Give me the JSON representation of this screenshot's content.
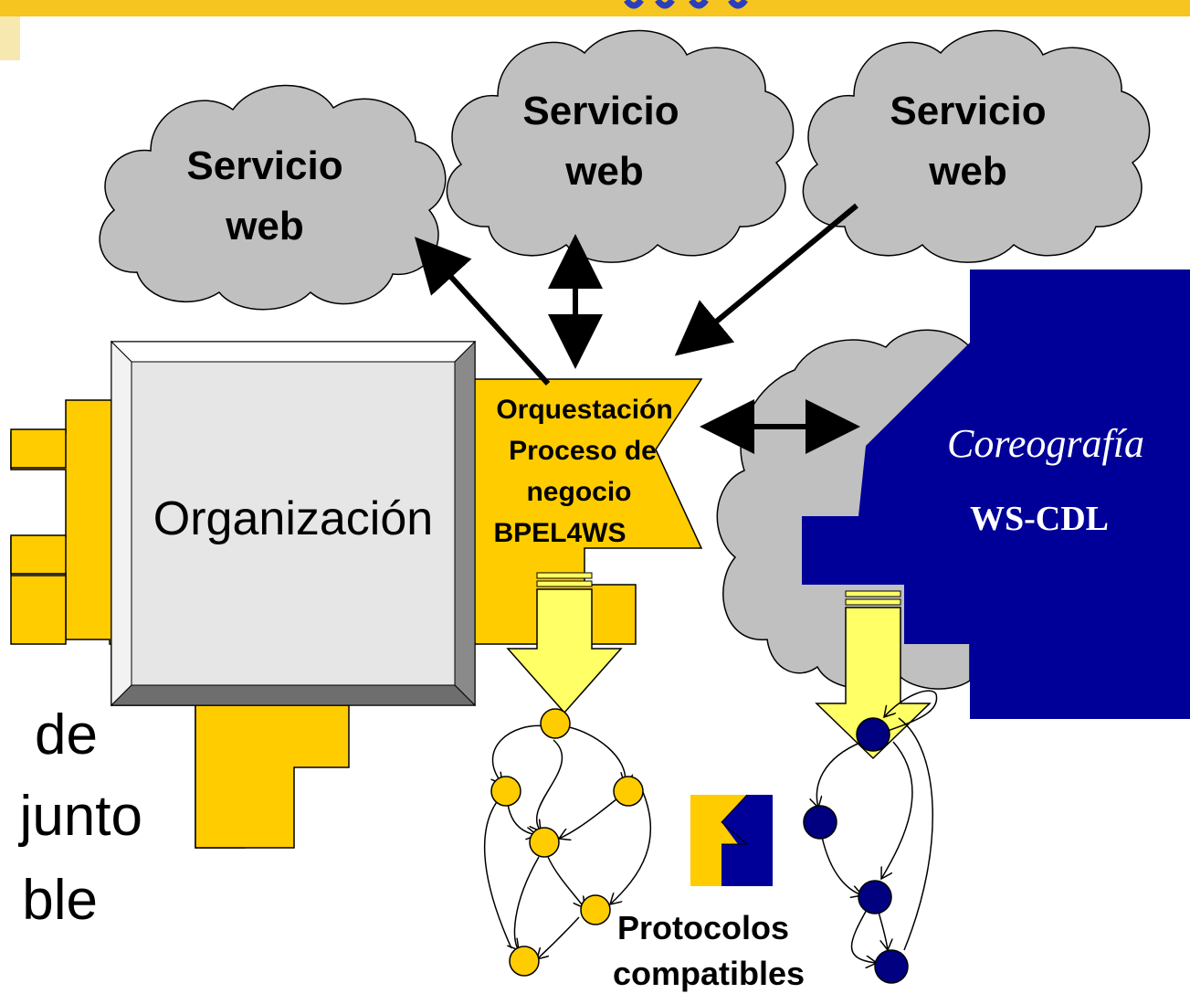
{
  "colors": {
    "banner": "#f6c51f",
    "banner_side": "#f7e8b0",
    "gold": "#ffcc00",
    "cloud_fill": "#c0c0c0",
    "navy": "#000099",
    "node_gold": "#ffcc00",
    "node_navy": "#000080",
    "frame_light": "#e6e6e6",
    "arrow_yellow": "#ffff66"
  },
  "diagram": {
    "clouds": [
      {
        "line1": "Servicio",
        "line2": "web"
      },
      {
        "line1": "Servicio",
        "line2": "web"
      },
      {
        "line1": "Servicio",
        "line2": "web"
      }
    ],
    "organization_label": "Organización",
    "orchestration": {
      "line1": "Orquestación",
      "line2": "Proceso de",
      "line3": "negocio",
      "line4": "BPEL4WS"
    },
    "choreography": {
      "title": "Coreografía",
      "subtitle": "WS-CDL"
    },
    "protocols": {
      "line1": "Protocolos",
      "line2": "compatibles"
    },
    "left_text_fragments": [
      "de",
      "junto",
      "ble"
    ]
  }
}
